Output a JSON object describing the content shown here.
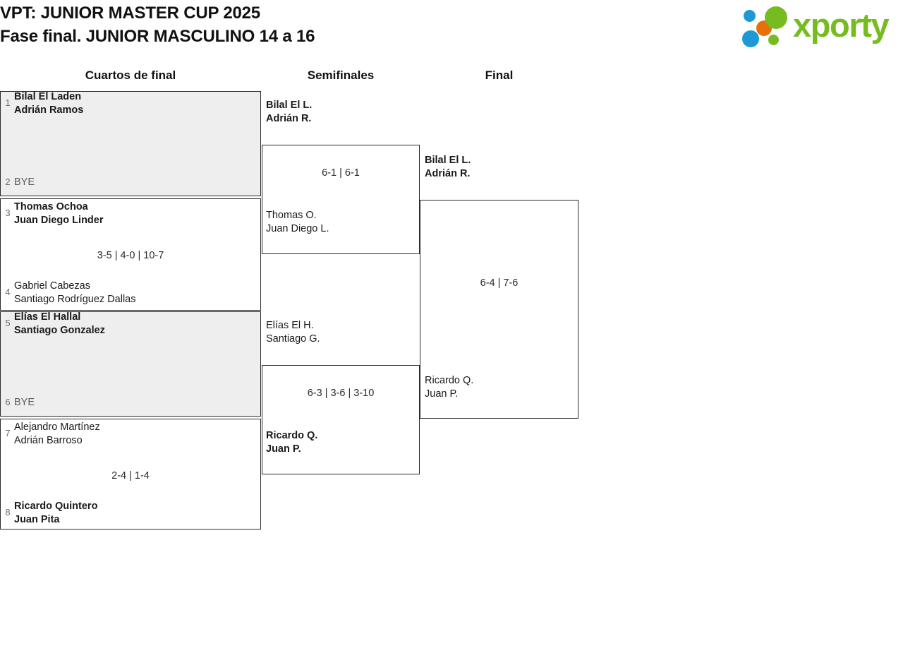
{
  "header": {
    "title_line1": "VPT: JUNIOR MASTER CUP 2025",
    "title_line2": "Fase final. JUNIOR MASCULINO 14 a 16"
  },
  "logo": {
    "wordmark": "xporty",
    "colors": {
      "green": "#76bc21",
      "blue": "#1d9ad6",
      "orange": "#e8700a"
    }
  },
  "rounds": [
    {
      "label": "Cuartos de final"
    },
    {
      "label": "Semifinales"
    },
    {
      "label": "Final"
    }
  ],
  "quarterfinals": [
    {
      "shaded": true,
      "score": "",
      "top": {
        "seed": "1",
        "player1": "Bilal El Laden",
        "player2": "Adrián Ramos",
        "winner": true,
        "bye": false
      },
      "bottom": {
        "seed": "2",
        "player1": "BYE",
        "player2": "",
        "winner": false,
        "bye": true
      }
    },
    {
      "shaded": false,
      "score": "3-5 | 4-0 | 10-7",
      "top": {
        "seed": "3",
        "player1": "Thomas Ochoa",
        "player2": "Juan Diego Linder",
        "winner": true,
        "bye": false
      },
      "bottom": {
        "seed": "4",
        "player1": "Gabriel Cabezas",
        "player2": "Santiago Rodríguez Dallas",
        "winner": false,
        "bye": false
      }
    },
    {
      "shaded": true,
      "score": "",
      "top": {
        "seed": "5",
        "player1": "Elías El Hallal",
        "player2": "Santiago Gonzalez",
        "winner": true,
        "bye": false
      },
      "bottom": {
        "seed": "6",
        "player1": "BYE",
        "player2": "",
        "winner": false,
        "bye": true
      }
    },
    {
      "shaded": false,
      "score": "2-4 | 1-4",
      "top": {
        "seed": "7",
        "player1": "Alejandro Martínez",
        "player2": "Adrián Barroso",
        "winner": false,
        "bye": false
      },
      "bottom": {
        "seed": "8",
        "player1": "Ricardo Quintero",
        "player2": "Juan Pita",
        "winner": true,
        "bye": false
      }
    }
  ],
  "semifinals": [
    {
      "score": "6-1 | 6-1",
      "top": {
        "player1": "Bilal El L.",
        "player2": "Adrián R.",
        "winner": true
      },
      "bottom": {
        "player1": "Thomas O.",
        "player2": "Juan Diego L.",
        "winner": false
      }
    },
    {
      "score": "6-3 | 3-6 | 3-10",
      "top": {
        "player1": "Elías El H.",
        "player2": "Santiago G.",
        "winner": false
      },
      "bottom": {
        "player1": "Ricardo Q.",
        "player2": "Juan P.",
        "winner": true
      }
    }
  ],
  "final": {
    "score": "6-4 | 7-6",
    "top": {
      "player1": "Bilal El L.",
      "player2": "Adrián R.",
      "winner": true
    },
    "bottom": {
      "player1": "Ricardo Q.",
      "player2": "Juan P.",
      "winner": false
    }
  }
}
